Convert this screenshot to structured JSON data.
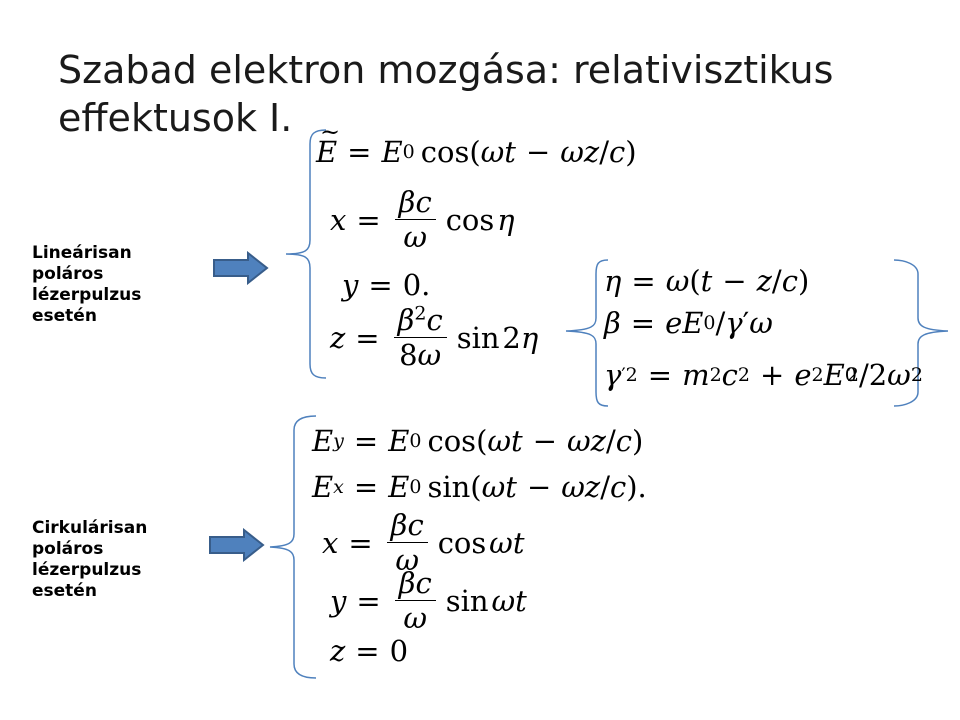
{
  "slide": {
    "title": "Szabad elektron mozgása: relativisztikus effektusok I.",
    "colors": {
      "arrow_fill": "#4f81bd",
      "arrow_stroke": "#385d8a",
      "brace": "#4f81bd"
    }
  },
  "linear": {
    "label_lines": [
      "Lineárisan",
      "poláros",
      "lézerpulzus",
      "esetén"
    ],
    "arrow_icon": "right-arrow-icon"
  },
  "circular": {
    "label_lines": [
      "Cirkulárisan",
      "poláros",
      "lézerpulzus",
      "esetén"
    ],
    "arrow_icon": "right-arrow-icon"
  }
}
